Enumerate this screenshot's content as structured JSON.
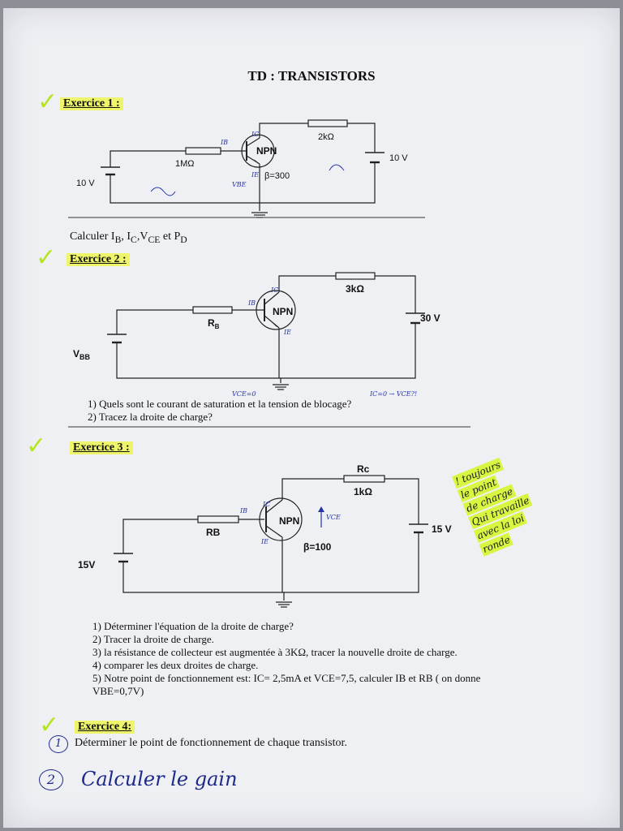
{
  "title": "TD : TRANSISTORS",
  "ex1": {
    "label": "Exercice 1 :",
    "rb": "1MΩ",
    "rc": "2kΩ",
    "vbb": "10 V",
    "vcc": "10 V",
    "type": "NPN",
    "beta": "β=300",
    "question_prefix": "Calculer ",
    "question_sub_parts": [
      {
        "t": "I",
        "s": "B"
      },
      {
        "t": ", I",
        "s": "C"
      },
      {
        "t": ",V",
        "s": "CE"
      },
      {
        "t": " et P",
        "s": "D"
      }
    ],
    "pen_ib": "IB",
    "pen_ic": "IC",
    "pen_ie": "IE",
    "pen_vbe": "VBE"
  },
  "ex2": {
    "label": "Exercice 2 :",
    "rb": "R",
    "rb_sub": "B",
    "rc": "3kΩ",
    "vbb": "V",
    "vbb_sub": "BB",
    "vcc": "30 V",
    "type": "NPN",
    "questions": [
      "1)  Quels sont le courant de saturation et la tension de blocage?",
      "2)  Tracez la droite de charge?"
    ],
    "pen_note_left": "VCE=0",
    "pen_note_right": "IC=0 → VCE?!",
    "pen_ib": "IB",
    "pen_ic": "IC",
    "pen_ie": "IE"
  },
  "ex3": {
    "label": "Exercice 3 :",
    "rb": "RB",
    "rc_name": "Rc",
    "rc": "1kΩ",
    "vbb": "15V",
    "vcc": "15 V",
    "type": "NPN",
    "beta": "β=100",
    "questions": [
      "1)  Déterminer l'équation de la droite de charge?",
      "2)  Tracer la droite de charge.",
      "3)  la résistance de collecteur est augmentée à 3KΩ, tracer la nouvelle droite de charge.",
      "4)  comparer les deux droites de charge.",
      "5)  Notre point de fonctionnement est: IC= 2,5mA et VCE=7,5, calculer IB et RB ( on donne",
      "      VBE=0,7V)"
    ],
    "pen_ib": "IB",
    "pen_ic": "IC",
    "pen_ie": "IE",
    "pen_vce": "VCE",
    "side_note": [
      "! toujours",
      "le point",
      "de charge",
      "Qui travaille",
      "avec la loi",
      "ronde"
    ]
  },
  "ex4": {
    "label": "Exercice 4:",
    "num1": "1",
    "q1": "Déterminer le point de fonctionnement de chaque transistor.",
    "num2": "2",
    "handwritten_q2": "Calculer le gain"
  },
  "colors": {
    "highlight": "#eef56a",
    "pen_blue": "#1e2a8a",
    "check_green": "#b6e51d"
  }
}
